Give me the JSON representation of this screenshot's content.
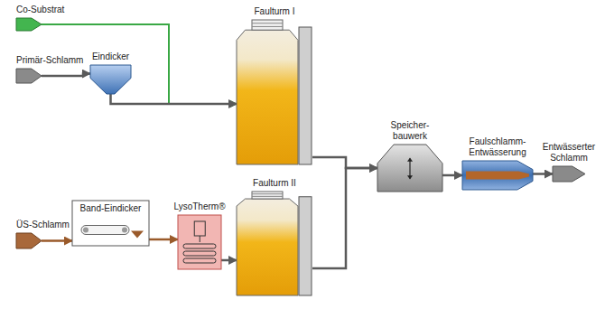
{
  "diagram": {
    "nodes": [
      {
        "text": [
          "Co-Substrat"
        ]
      },
      {
        "text": [
          "Primär-Schlamm"
        ]
      },
      {
        "text": [
          "Eindicker"
        ]
      },
      {
        "text": [
          "Faulturm I"
        ]
      },
      {
        "text": [
          "ÜS-Schlamm"
        ]
      },
      {
        "text": [
          "Band-Eindicker"
        ]
      },
      {
        "text": [
          "LysoTherm®"
        ]
      },
      {
        "text": [
          "Faulturm II"
        ]
      },
      {
        "text": [
          "Speicher- bauwerk"
        ]
      },
      {
        "text": [
          "Faulschlamm- Entwässerung"
        ]
      },
      {
        "text": [
          "Entwässerter Schlamm"
        ]
      }
    ],
    "edges": [
      {
        "from": 0,
        "to": 3,
        "arrow": "to"
      },
      {
        "from": 1,
        "to": 2,
        "arrow": "to"
      },
      {
        "from": 2,
        "to": 3,
        "arrow": "to"
      },
      {
        "from": 4,
        "to": 5,
        "arrow": "to"
      },
      {
        "from": 5,
        "to": 6,
        "arrow": "to"
      },
      {
        "from": 6,
        "to": 7,
        "arrow": "to"
      },
      {
        "from": 3,
        "to": 8,
        "arrow": "to"
      },
      {
        "from": 7,
        "to": 8,
        "arrow": "to"
      },
      {
        "from": 8,
        "to": 9,
        "arrow": "to"
      },
      {
        "from": 9,
        "to": 10,
        "arrow": "to"
      }
    ]
  }
}
